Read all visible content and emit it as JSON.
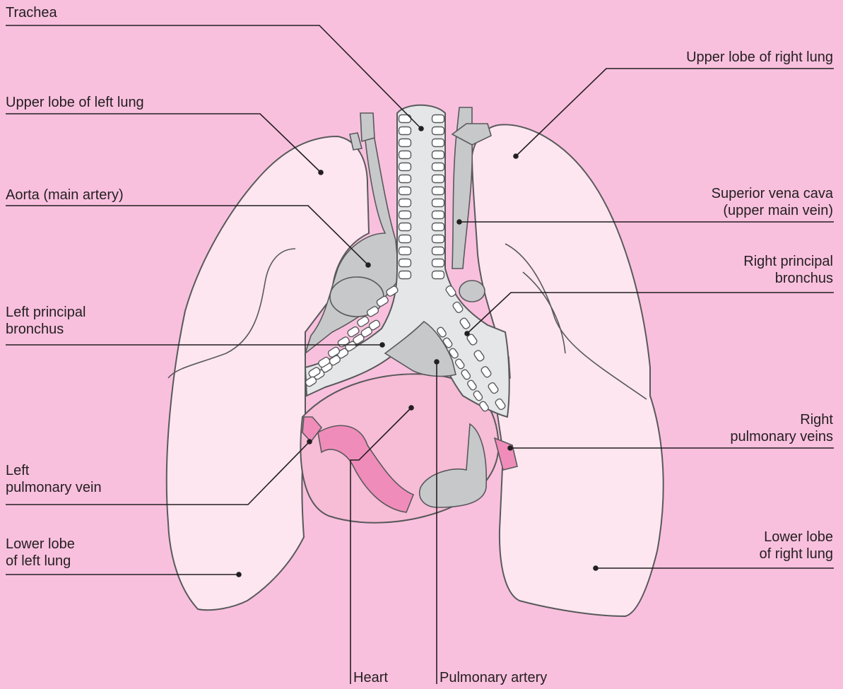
{
  "colors": {
    "background": "#f9c0de",
    "lung_fill": "#fde6ef",
    "airway_fill": "#e5e6e8",
    "vessel_fill": "#c7c8ca",
    "heart_fill": "#f7bcd6",
    "vein_fill": "#f08cba",
    "outline": "#58595b",
    "leader_line": "#231f20"
  },
  "labels": {
    "trachea": "Trachea",
    "upper_left_lung": "Upper lobe of left lung",
    "aorta": "Aorta (main artery)",
    "left_bronchus_1": "Left principal",
    "left_bronchus_2": "bronchus",
    "left_pv_1": "Left",
    "left_pv_2": "pulmonary vein",
    "lower_left_1": "Lower lobe",
    "lower_left_2": "of left lung",
    "upper_right_lung": "Upper lobe of right lung",
    "svc_1": "Superior vena cava",
    "svc_2": "(upper main vein)",
    "right_bronchus_1": "Right principal",
    "right_bronchus_2": "bronchus",
    "right_pv_1": "Right",
    "right_pv_2": "pulmonary veins",
    "lower_right_1": "Lower lobe",
    "lower_right_2": "of right lung",
    "heart": "Heart",
    "pulmonary_artery": "Pulmonary artery"
  }
}
